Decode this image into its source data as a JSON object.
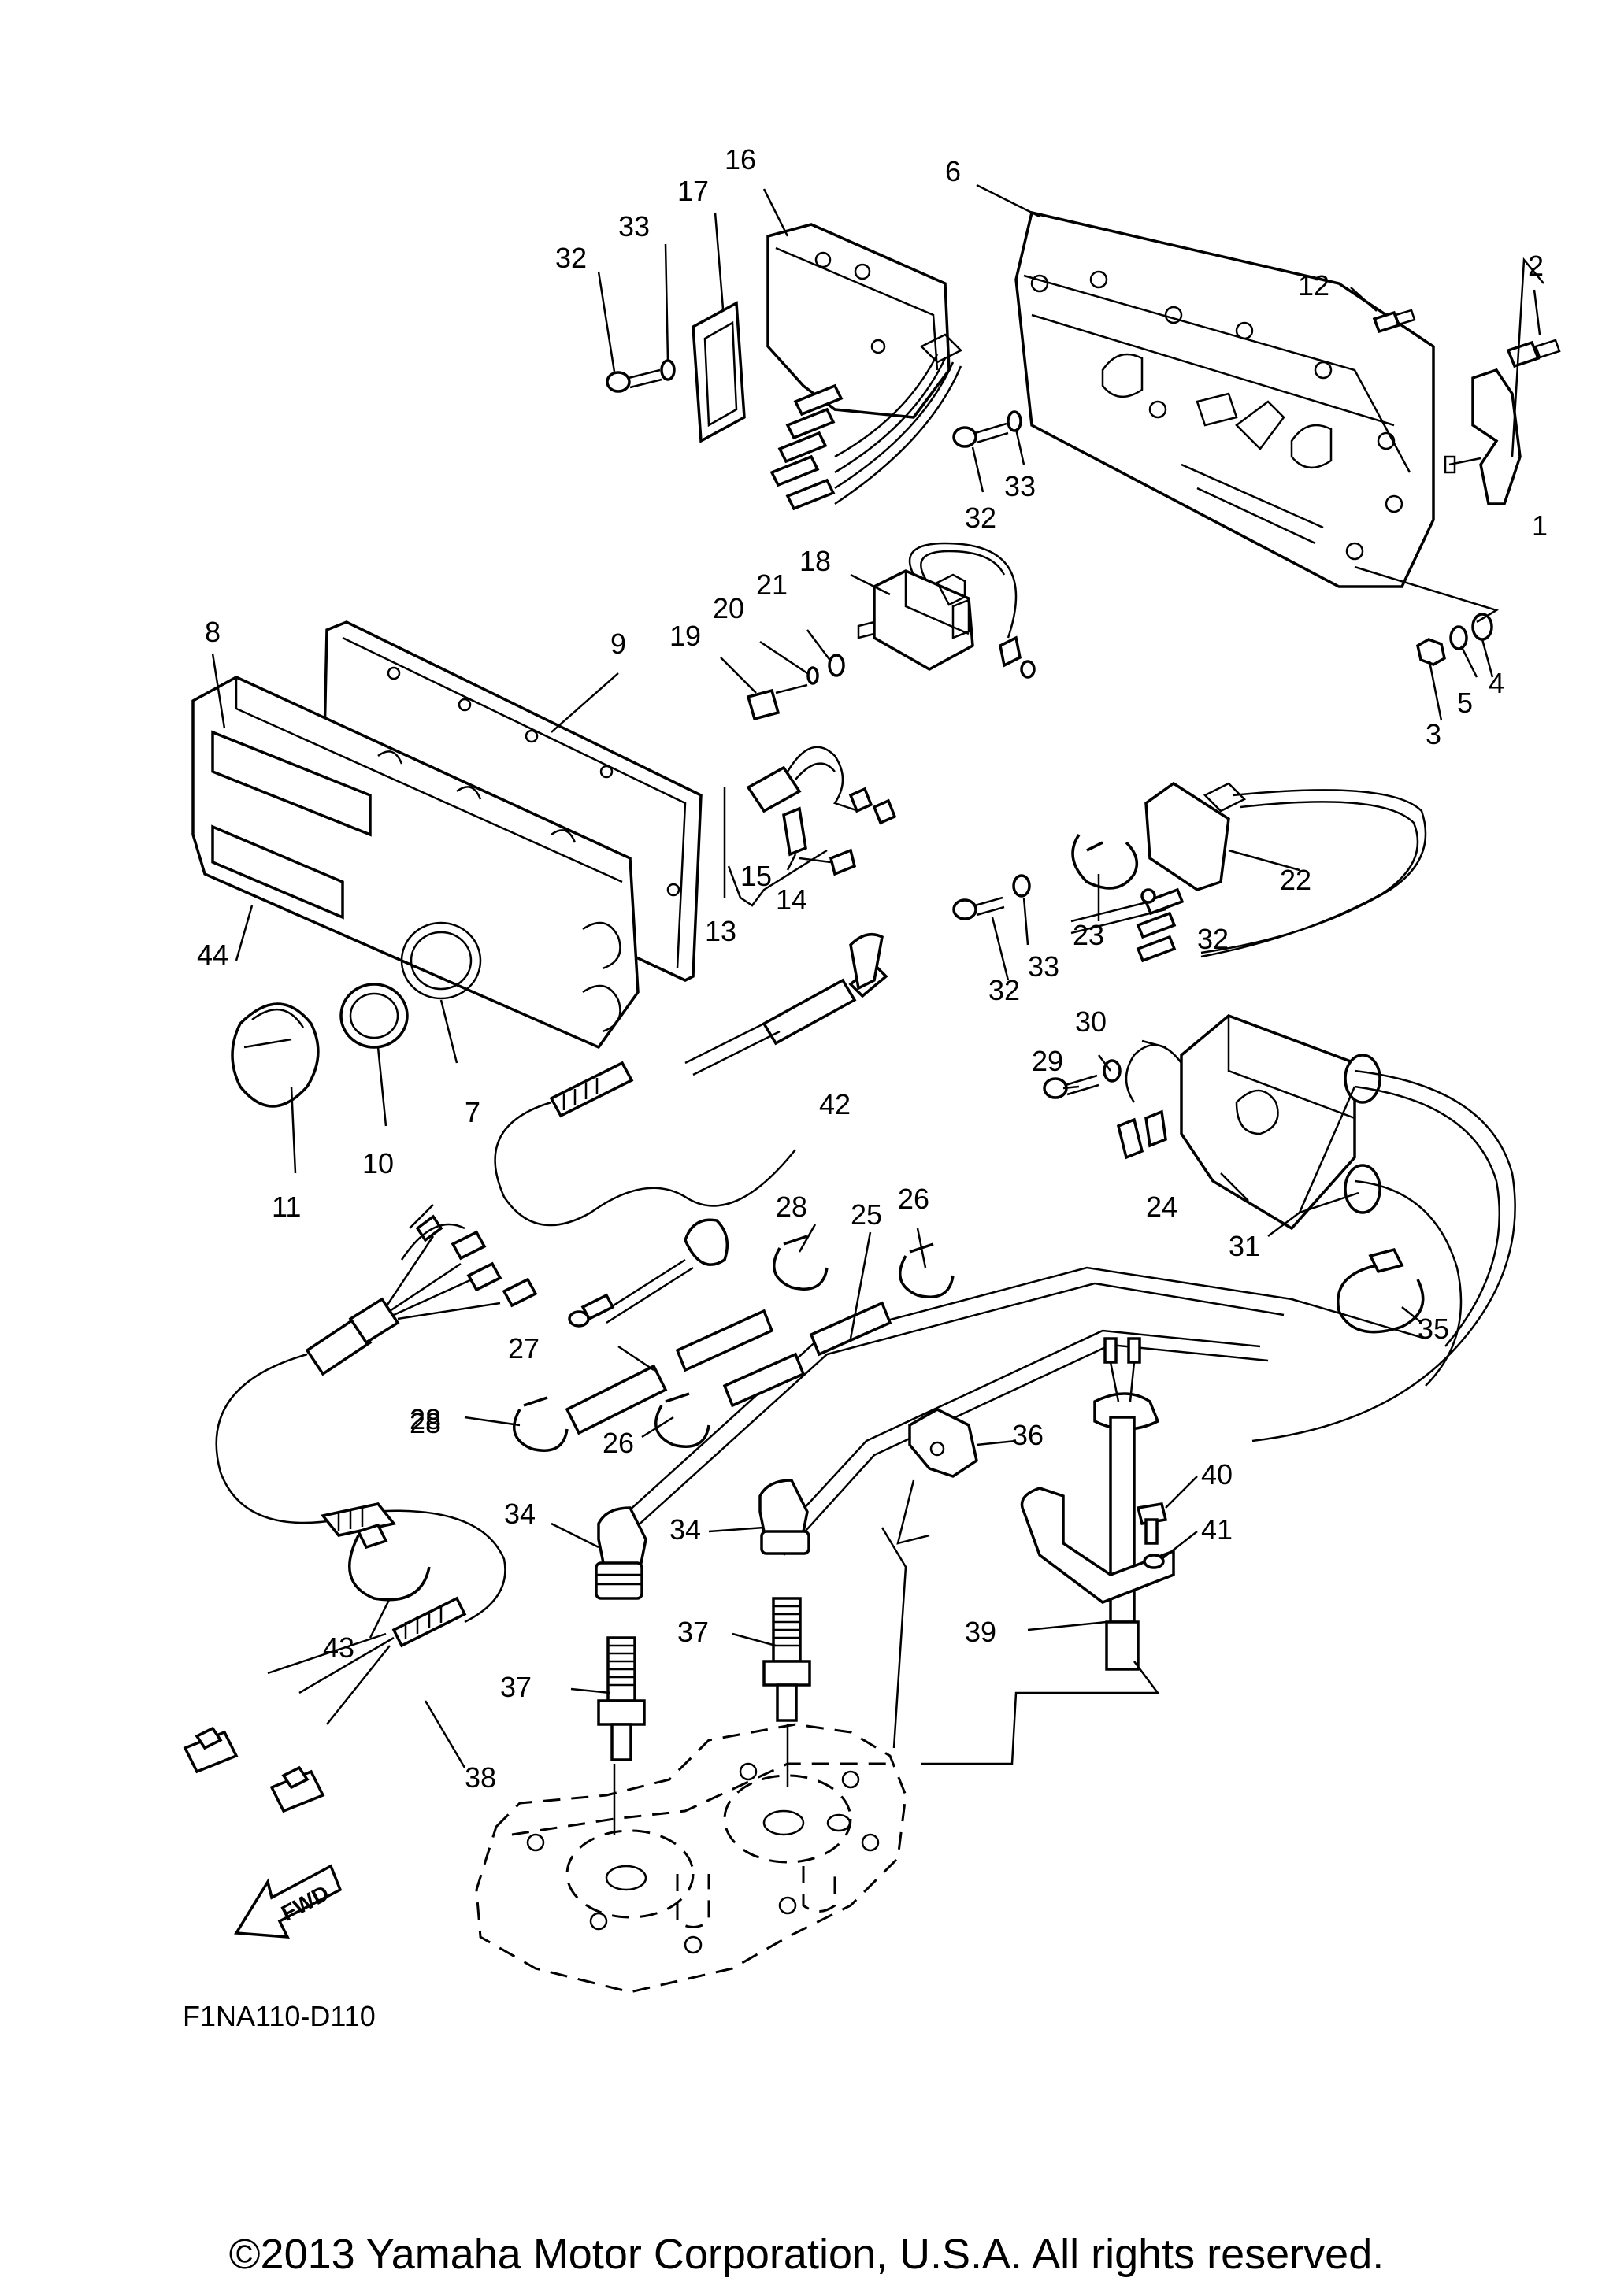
{
  "figure_code": "F1NA110-D110",
  "copyright": "©2013 Yamaha Motor Corporation, U.S.A. All rights reserved.",
  "direction_label": "FWD",
  "callouts": {
    "c1": "1",
    "c2": "2",
    "c3": "3",
    "c4": "4",
    "c5": "5",
    "c6": "6",
    "c7": "7",
    "c8": "8",
    "c9": "9",
    "c10": "10",
    "c11": "11",
    "c12": "12",
    "c13": "13",
    "c14": "14",
    "c15": "15",
    "c16": "16",
    "c17": "17",
    "c18": "18",
    "c19": "19",
    "c20": "20",
    "c21": "21",
    "c22": "22",
    "c23": "23",
    "c24": "24",
    "c25": "25",
    "c26": "26",
    "c27": "27",
    "c28": "28",
    "c29": "29",
    "c30": "30",
    "c31": "31",
    "c32": "32",
    "c33": "33",
    "c34": "34",
    "c35": "35",
    "c36": "36",
    "c37": "37",
    "c38": "38",
    "c39": "39",
    "c40": "40",
    "c41": "41",
    "c42": "42",
    "c43": "43",
    "c44": "44"
  }
}
